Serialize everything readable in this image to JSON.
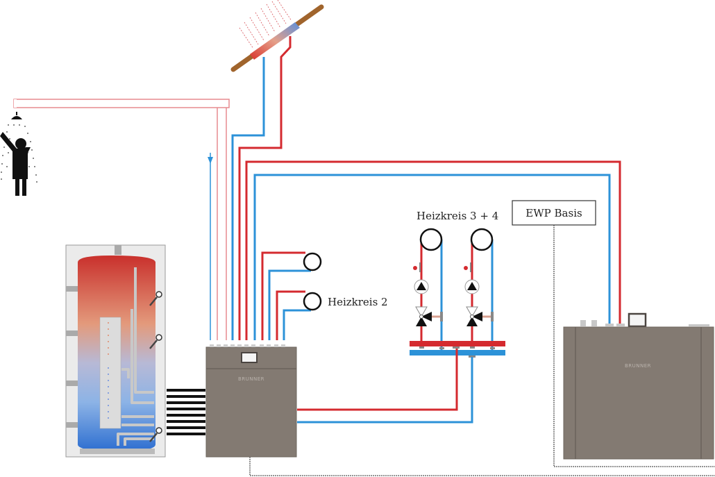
{
  "diagram": {
    "title": "Heating system schematic",
    "labels": {
      "heizkreis_2": "Heizkreis 2",
      "heizkreis_34": "Heizkreis 3 + 4",
      "ewp_basis": "EWP Basis"
    },
    "devices": {
      "controller_brand": "BRUNNER",
      "heat_pump_brand": "BRUNNER"
    },
    "components": [
      {
        "id": "solar-collector",
        "name": "Solar collector"
      },
      {
        "id": "shower",
        "name": "Hot water tap / shower"
      },
      {
        "id": "buffer-tank",
        "name": "Combi storage tank"
      },
      {
        "id": "controller-unit",
        "name": "Hydraulic module"
      },
      {
        "id": "heating-circuit-1",
        "name": "Heating circuit"
      },
      {
        "id": "heating-circuit-2",
        "name": "Heizkreis 2"
      },
      {
        "id": "heating-circuits-3-4",
        "name": "Heizkreis 3 + 4"
      },
      {
        "id": "ewp-basis",
        "name": "EWP Basis"
      },
      {
        "id": "heat-pump",
        "name": "Heat pump"
      }
    ],
    "colors": {
      "supply": "#d42a2f",
      "return": "#2c92d8",
      "dhw_supply": "#e78a8f",
      "device": "#837a72",
      "device_edge": "#5e5650",
      "tank_frame": "#e8e8e8",
      "roof": "#a0642c"
    }
  }
}
